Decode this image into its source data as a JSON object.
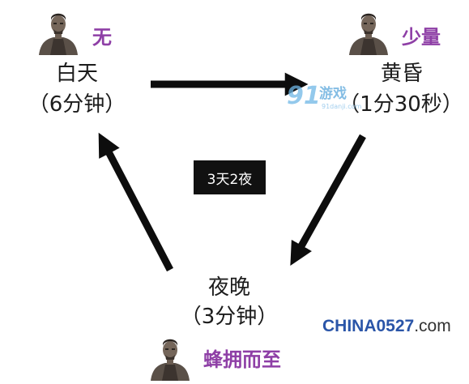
{
  "stages": {
    "day": {
      "title": "白天",
      "duration": "（6分钟）",
      "zombie_level": "无"
    },
    "dusk": {
      "title": "黄昏",
      "duration": "（1分30秒）",
      "zombie_level": "少量"
    },
    "night": {
      "title": "夜晚",
      "duration": "（3分钟）",
      "zombie_level": "蜂拥而至"
    }
  },
  "center_label": "3天2夜",
  "colors": {
    "arrow": "#0d0d0d",
    "level_text": "#8e3fa6",
    "badge_bg": "#111111",
    "badge_text": "#ffffff"
  },
  "watermarks": {
    "site_91_logo": "91",
    "site_91_text": "游戏",
    "site_91_sub": "91danji.com",
    "china_prefix": "CHINA0527",
    "china_suffix": ".com"
  },
  "icons": [
    "zombie-portrait-icon"
  ]
}
